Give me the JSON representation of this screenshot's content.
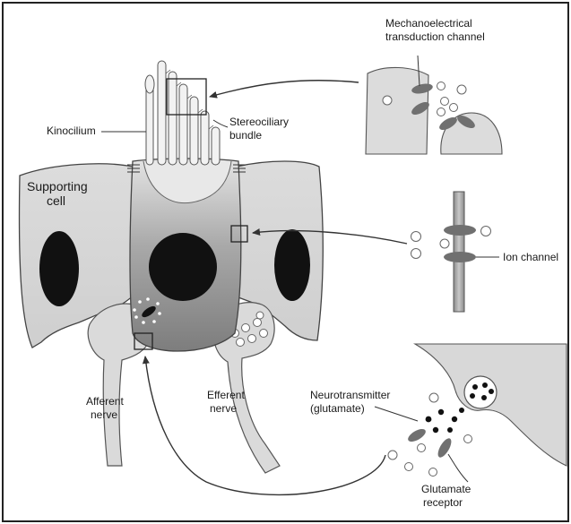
{
  "labels": {
    "mechanoelectrical_line1": "Mechanoelectrical",
    "mechanoelectrical_line2": "transduction channel",
    "kinocilium": "Kinocilium",
    "stereociliary_line1": "Stereociliary",
    "stereociliary_line2": "bundle",
    "supporting_line1": "Supporting",
    "supporting_line2": "cell",
    "ion_channel": "Ion channel",
    "afferent_line1": "Afferent",
    "afferent_line2": "nerve",
    "efferent_line1": "Efferent",
    "efferent_line2": "nerve",
    "neurotransmitter_line1": "Neurotransmitter",
    "neurotransmitter_line2": "(glutamate)",
    "glutamate_line1": "Glutamate",
    "glutamate_line2": "receptor"
  },
  "colors": {
    "border": "#222222",
    "supporting_cell_fill": "#d4d4d4",
    "hair_cell_fill_top": "#d9d9d9",
    "hair_cell_fill_bottom": "#8c8c8c",
    "nucleus_fill": "#111111",
    "nerve_fill": "#d8d8d8",
    "channel_fill": "#707070",
    "vesicle_fill": "#ffffff",
    "arrow": "#333333"
  }
}
